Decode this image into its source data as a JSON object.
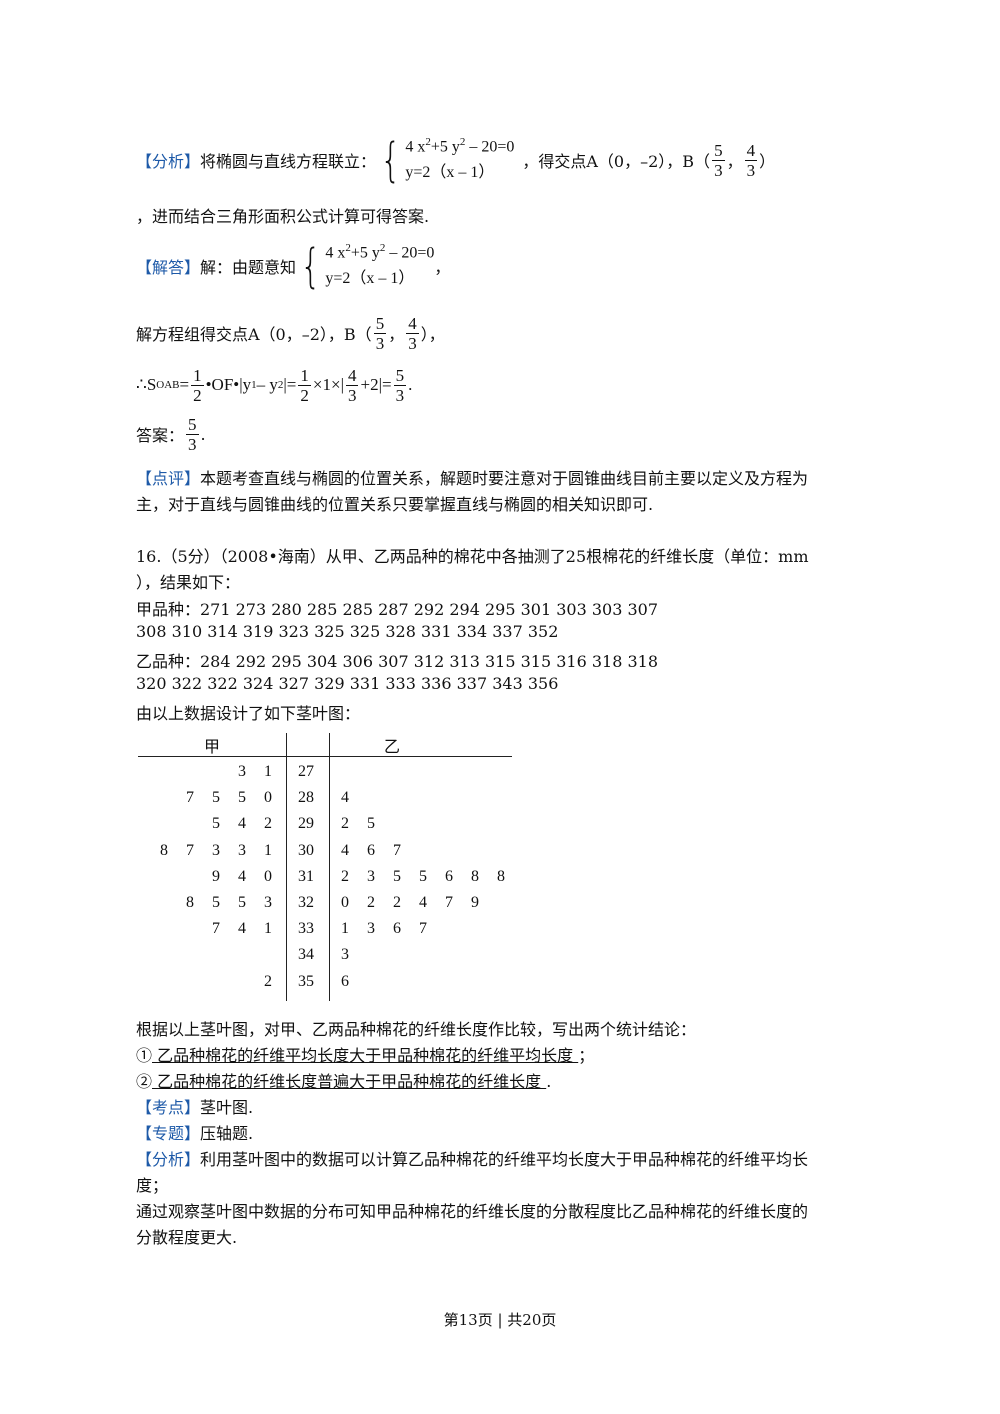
{
  "q15": {
    "analysis_tag": "【分析】",
    "analysis_text": "将椭圆与直线方程联立：",
    "eq1": "4 x",
    "eq1_mid": "+5 y",
    "eq1_end": " – 20=0",
    "eq2": "y=2（x – 1）",
    "analysis_after": "，得交点A（0，–2），B（",
    "frac_5": "5",
    "frac_3": "3",
    "frac_4": "4",
    "analysis_line2": "，进而结合三角形面积公式计算可得答案.",
    "solution_tag": "【解答】",
    "solution_text": "解：由题意知",
    "solve_line": "解方程组得交点A（0，–2），B（",
    "area_prefix": "∴S",
    "area_sub": "OAB",
    "area_mid": "•OF•|y",
    "area_mid2": " – y",
    "area_mid3": "|=",
    "area_mid4": "×1×|",
    "area_mid5": "+2|=",
    "frac_1": "1",
    "frac_2": "2",
    "answer_label": "答案：",
    "comment_tag": "【点评】",
    "comment_line1": "本题考查直线与椭圆的位置关系，解题时要注意对于圆锥曲线目前主要以定义及方程为",
    "comment_line2": "主，对于直线与圆锥曲线的位置关系只要掌握直线与椭圆的相关知识即可."
  },
  "q16": {
    "header_line1": "16.（5分）（2008•海南）从甲、乙两品种的棉花中各抽测了25根棉花的纤维长度（单位：mm",
    "header_line2": "），结果如下：",
    "jia_line1": "甲品种：271 273 280 285 285  287 292 294 295 301 303 303 307",
    "jia_line2": "308 310 314 319 323 325 325  328 331 334 337 352",
    "yi_line1": "乙品种：284 292 295 304 306 307 312 313 315 315 316 318 318",
    "yi_line2": "320 322 322 324 327 329 331 333 336 337 343 356",
    "design_line": "由以上数据设计了如下茎叶图：",
    "table": {
      "head_left": "甲",
      "head_right": "乙",
      "rows": [
        {
          "left": [
            "3",
            "1"
          ],
          "stem": "27",
          "right": []
        },
        {
          "left": [
            "7",
            "5",
            "5",
            "0"
          ],
          "stem": "28",
          "right": [
            "4"
          ]
        },
        {
          "left": [
            "5",
            "4",
            "2"
          ],
          "stem": "29",
          "right": [
            "2",
            "5"
          ]
        },
        {
          "left": [
            "8",
            "7",
            "3",
            "3",
            "1"
          ],
          "stem": "30",
          "right": [
            "4",
            "6",
            "7"
          ]
        },
        {
          "left": [
            "9",
            "4",
            "0"
          ],
          "stem": "31",
          "right": [
            "2",
            "3",
            "5",
            "5",
            "6",
            "8",
            "8"
          ]
        },
        {
          "left": [
            "8",
            "5",
            "5",
            "3"
          ],
          "stem": "32",
          "right": [
            "0",
            "2",
            "2",
            "4",
            "7",
            "9"
          ]
        },
        {
          "left": [
            "7",
            "4",
            "1"
          ],
          "stem": "33",
          "right": [
            "1",
            "3",
            "6",
            "7"
          ]
        },
        {
          "left": [],
          "stem": "34",
          "right": [
            "3"
          ]
        },
        {
          "left": [
            "2"
          ],
          "stem": "35",
          "right": [
            "6"
          ]
        }
      ]
    },
    "compare_line": "根据以上茎叶图，对甲、乙两品种棉花的纤维长度作比较，写出两个统计结论：",
    "c1_num": "①",
    "c1_text": " 乙品种棉花的纤维平均长度大于甲品种棉花的纤维平均长度   ",
    "c1_end": "；",
    "c2_num": "②",
    "c2_text": " 乙品种棉花的纤维长度普遍大于甲品种棉花的纤维长度   ",
    "c2_end": ".",
    "kaodian_tag": "【考点】",
    "kaodian_text": "茎叶图.",
    "zhuanti_tag": "【专题】",
    "zhuanti_text": "压轴题.",
    "fenxi_tag": "【分析】",
    "fenxi_line1": "利用茎叶图中的数据可以计算乙品种棉花的纤维平均长度大于甲品种棉花的纤维平均长",
    "fenxi_line2": "度；",
    "fenxi_line3": "通过观察茎叶图中数据的分布可知甲品种棉花的纤维长度的分散程度比乙品种棉花的纤维长度的",
    "fenxi_line4": "分散程度更大."
  },
  "footer": "第13页 | 共20页"
}
